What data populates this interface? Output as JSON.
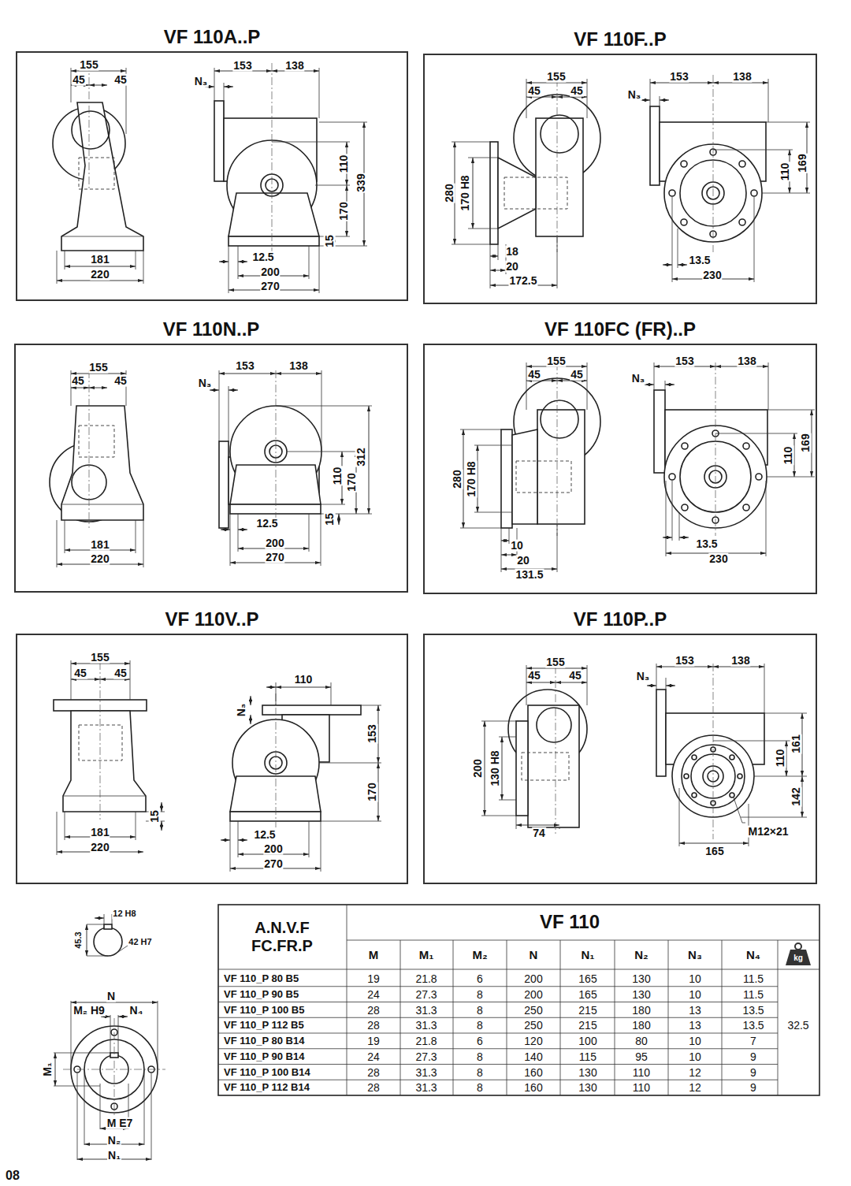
{
  "diagram": {
    "nodes": [
      {
        "text": [
          "VF 110A..P"
        ]
      },
      {
        "text": [
          "VF 110F..P"
        ]
      },
      {
        "text": [
          "VF 110N..P"
        ]
      },
      {
        "text": [
          "VF 110FC (FR)..P"
        ]
      },
      {
        "text": [
          "VF 110V..P"
        ]
      },
      {
        "text": [
          "VF 110P..P"
        ]
      }
    ],
    "labels": [
      "155",
      "45",
      "45",
      "N₃",
      "153",
      "138",
      "110",
      "339",
      "170",
      "15",
      "181",
      "220",
      "12.5",
      "200",
      "270",
      "155",
      "45",
      "45",
      "N₃",
      "153",
      "138",
      "280",
      "170 H8",
      "18",
      "20",
      "172.5",
      "169",
      "110",
      "13.5",
      "230",
      "155",
      "45",
      "45",
      "N₃",
      "153",
      "138",
      "110",
      "312",
      "170",
      "15",
      "181",
      "220",
      "12.5",
      "200",
      "270",
      "155",
      "45",
      "45",
      "N₃",
      "153",
      "138",
      "280",
      "170 H8",
      "10",
      "20",
      "131.5",
      "169",
      "110",
      "13.5",
      "230",
      "155",
      "45",
      "45",
      "110",
      "N₃",
      "153",
      "170",
      "181",
      "220",
      "15",
      "12.5",
      "200",
      "270",
      "155",
      "45",
      "45",
      "N₃",
      "153",
      "138",
      "200",
      "130 H8",
      "74",
      "161",
      "110",
      "142",
      "M12×21",
      "165",
      "12 H8",
      "45.3",
      "42 H7",
      "N",
      "M₂ H9",
      "N₄",
      "M₁",
      "M E7",
      "N₂",
      "N₁",
      "08",
      "A.N.V.F FC.FR.P",
      "VF 110",
      "M",
      "M₁",
      "M₂",
      "N",
      "N₁",
      "N₂",
      "N₃",
      "N₄",
      "kg",
      "VF 110_P 80 B5",
      "19",
      "21.8",
      "6",
      "200",
      "165",
      "130",
      "10",
      "11.5",
      "VF 110_P 90 B5",
      "24",
      "27.3",
      "8",
      "200",
      "165",
      "130",
      "10",
      "11.5",
      "VF 110_P 100 B5",
      "28",
      "31.3",
      "8",
      "250",
      "215",
      "180",
      "13",
      "13.5",
      "VF 110_P 112 B5",
      "28",
      "31.3",
      "8",
      "250",
      "215",
      "180",
      "13",
      "13.5",
      "VF 110_P 80 B14",
      "19",
      "21.8",
      "6",
      "120",
      "100",
      "80",
      "10",
      "7",
      "VF 110_P 90 B14",
      "24",
      "27.3",
      "8",
      "140",
      "115",
      "95",
      "10",
      "9",
      "VF 110_P 100 B14",
      "28",
      "31.3",
      "8",
      "160",
      "130",
      "110",
      "12",
      "9",
      "VF 110_P 112 B14",
      "28",
      "31.3",
      "8",
      "160",
      "130",
      "110",
      "12",
      "9",
      "32.5"
    ]
  }
}
